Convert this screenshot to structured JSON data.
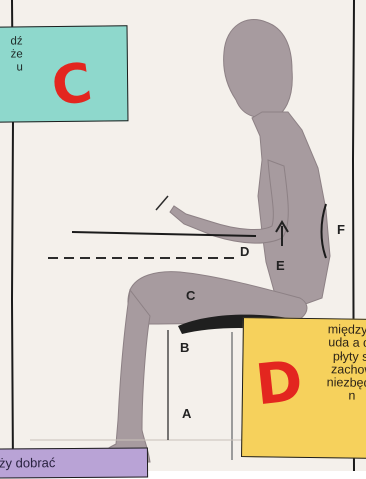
{
  "figure": {
    "labels": {
      "a": "A",
      "b": "B",
      "c": "C",
      "d": "D",
      "e": "E",
      "f": "F"
    }
  },
  "notes": {
    "c": {
      "text_lines": [
        "dź",
        "że",
        "u"
      ],
      "marker": "C"
    },
    "d": {
      "text_lines": [
        "między g",
        "uda a do",
        "płyty st",
        "zachow",
        "niezbędn",
        "n"
      ],
      "marker": "D"
    },
    "bottom_left": {
      "text": "ży dobrać"
    }
  },
  "colors": {
    "figure": "#a79b9f",
    "background_photo": "#f4f0eb",
    "note_c": "#8ed8cc",
    "note_d": "#f6d15c",
    "note_bottom": "#b9a3d6",
    "marker_red": "#e3261f"
  }
}
